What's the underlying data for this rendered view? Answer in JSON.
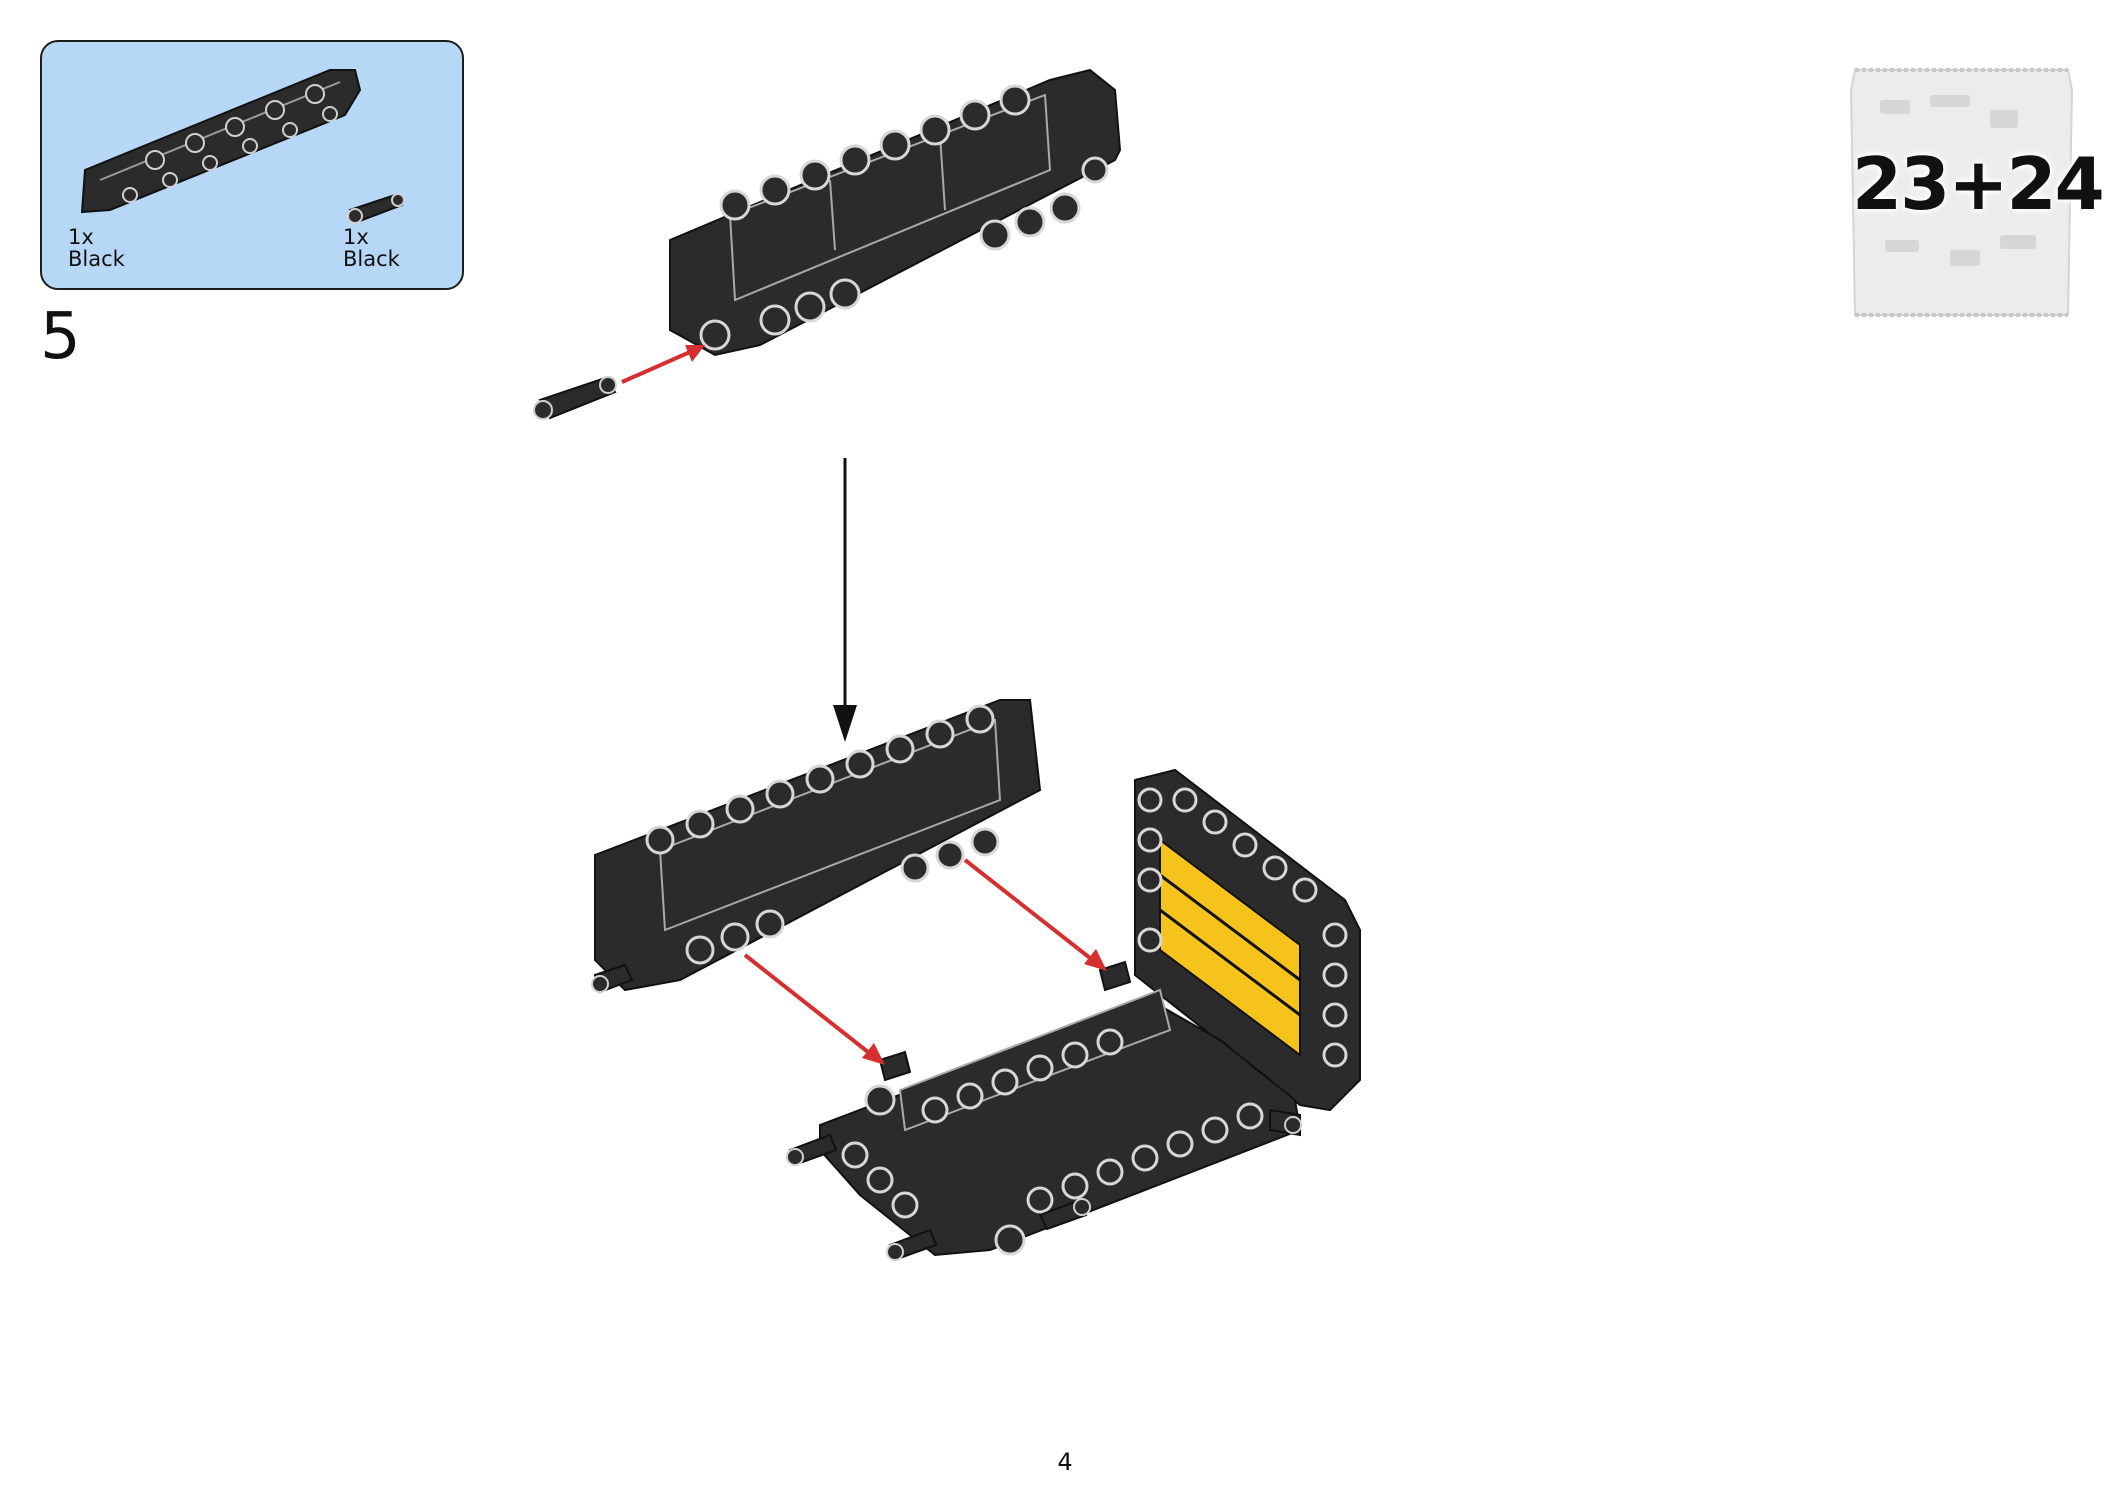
{
  "step": {
    "number": "5"
  },
  "parts_list": {
    "items": [
      {
        "quantity": "1x",
        "color": "Black",
        "part": "beam-frame"
      },
      {
        "quantity": "1x",
        "color": "Black",
        "part": "connector-pin"
      }
    ]
  },
  "bag": {
    "label": "23+24"
  },
  "page": {
    "number": "4"
  },
  "colors": {
    "parts_bg": "#b6d8f6",
    "callout_bg": "#fff7d1",
    "piece_black": "#2b2b2b",
    "piece_yellow": "#f6c21c",
    "arrow_red": "#d52f2f"
  }
}
